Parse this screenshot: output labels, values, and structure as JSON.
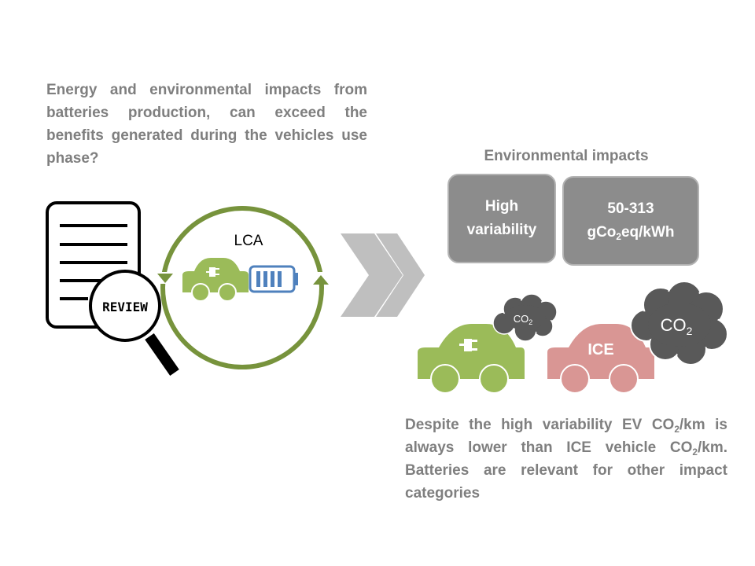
{
  "intro_text": "Energy and environmental impacts from batteries production, can exceed the benefits generated during the vehicles use phase?",
  "review_label": "REVIEW",
  "lca_label": "LCA",
  "impacts_heading": "Environmental impacts",
  "box_high": {
    "line1": "High",
    "line2": "variability"
  },
  "box_range": {
    "line1": "50-313",
    "line2_pre": "gCo",
    "line2_sub": "2",
    "line2_post": "eq/kWh"
  },
  "ev_cloud": {
    "main": "CO",
    "sub": "2"
  },
  "ice_cloud": {
    "main": "CO",
    "sub": "2"
  },
  "ice_label": "ICE",
  "conclusion": {
    "part1": "Despite the high variability EV CO",
    "sub1": "2",
    "part2": "/km is always lower than ICE vehicle CO",
    "sub2": "2",
    "part3": "/km. Batteries are relevant for other impact categories"
  },
  "colors": {
    "text_gray": "#7f7f7f",
    "green": "#9bbb59",
    "green_dark": "#77933c",
    "battery_blue": "#4f81bd",
    "ice_pink": "#d99694",
    "cloud_dark": "#595959",
    "box_gray": "#8c8c8c",
    "chevron_gray": "#bfbfbf"
  },
  "icons": [
    "document-icon",
    "magnifier-icon",
    "ev-car-icon",
    "battery-icon",
    "lifecycle-arrows-icon",
    "chevron-arrow-icon",
    "co2-cloud-icon",
    "ice-car-icon"
  ]
}
